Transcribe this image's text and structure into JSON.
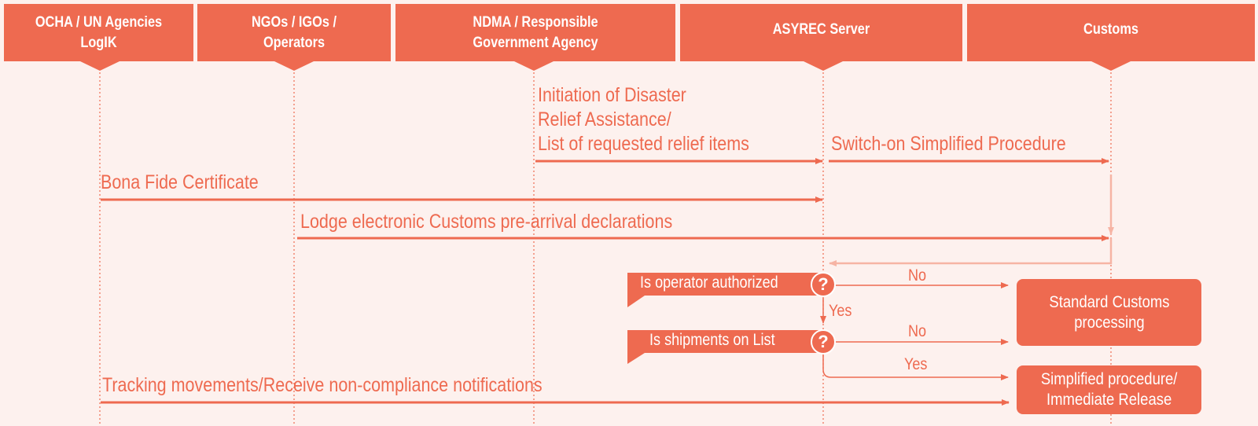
{
  "lanes": [
    {
      "id": "ocha",
      "label": "OCHA / UN Agencies\nLogIK"
    },
    {
      "id": "ngo",
      "label": "NGOs / IGOs /\nOperators"
    },
    {
      "id": "ndma",
      "label": "NDMA / Responsible\nGovernment Agency"
    },
    {
      "id": "asyrec",
      "label": "ASYREC Server"
    },
    {
      "id": "customs",
      "label": "Customs"
    }
  ],
  "messages": {
    "initiation": "Initiation of Disaster\nRelief Assistance/\nList of requested relief items",
    "switch_on": "Switch-on Simplified Procedure",
    "bona_fide": "Bona Fide Certificate",
    "lodge": "Lodge electronic Customs pre-arrival declarations",
    "tracking": "Tracking movements/Receive non-compliance notifications"
  },
  "decisions": {
    "q1": "Is operator authorized",
    "q2": "Is shipments on List",
    "q_symbol": "?"
  },
  "branches": {
    "no1": "No",
    "yes1": "Yes",
    "no2": "No",
    "yes2": "Yes"
  },
  "outcomes": {
    "standard": "Standard Customs\nprocessing",
    "simplified": "Simplified procedure/\nImmediate Release"
  },
  "colors": {
    "accent": "#ee6a50",
    "light_arrow": "#f6b4a4",
    "background": "#fdf1ee"
  }
}
